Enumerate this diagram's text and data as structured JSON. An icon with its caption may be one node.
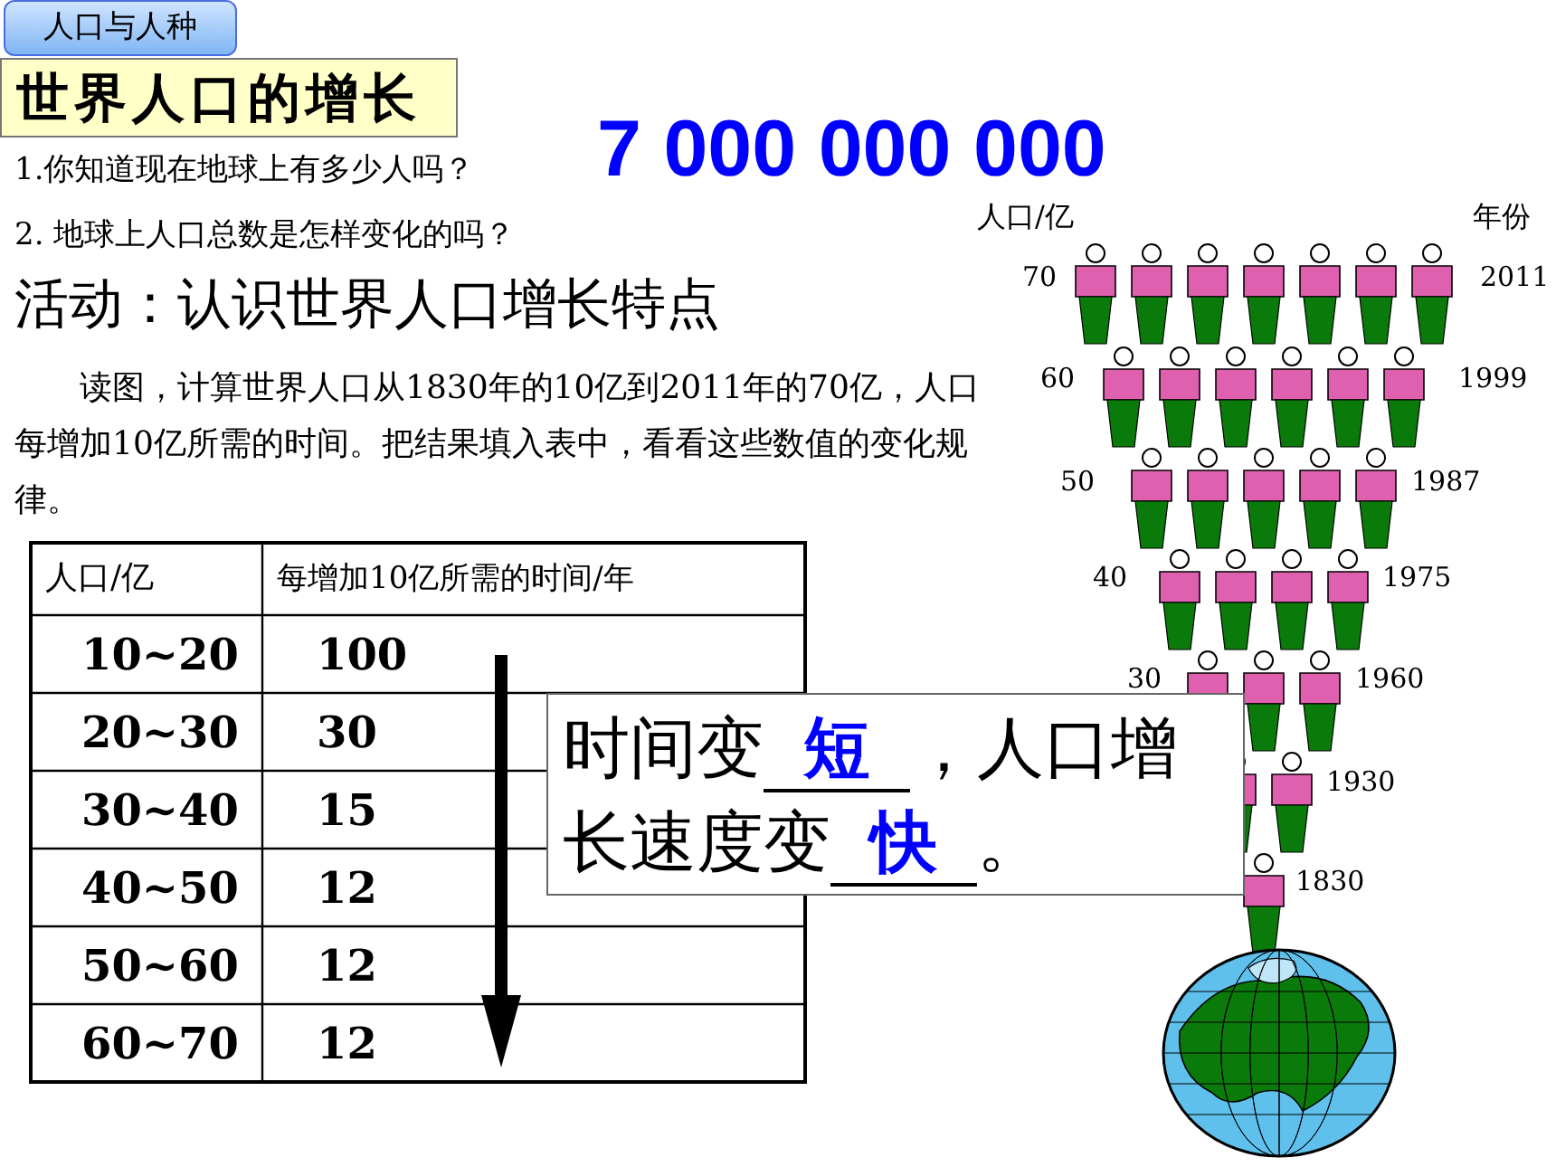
{
  "diagram": {
    "title": "世界人口的增长",
    "nodes": [
      {
        "text": [
          "时间变",
          "短",
          "，人口增长速度变",
          "快",
          "。"
        ]
      }
    ],
    "labels": [
      "人口与人种",
      "1.你知道现在地球上有多少人吗？",
      "7 000 000 000",
      "2.  地球上人口总数是怎样变化的吗？",
      "活动：认识世界人口增长特点",
      "读图，计算世界人口从1830年的10亿到2011年的70亿，人口每增加10亿所需的时间。把结果填入表中，看看这些数值的变化规律。",
      "人口/亿",
      "年份",
      "70",
      "2011",
      "60",
      "1999",
      "50",
      "1987",
      "40",
      "1975",
      "30",
      "1960",
      "1930",
      "1830",
      "人口/亿",
      "每增加10亿所需的时间/年",
      "10~20",
      "100",
      "20~30",
      "30",
      "30~40",
      "15",
      "40~50",
      "12",
      "50~60",
      "12",
      "60~70",
      "12"
    ]
  }
}
